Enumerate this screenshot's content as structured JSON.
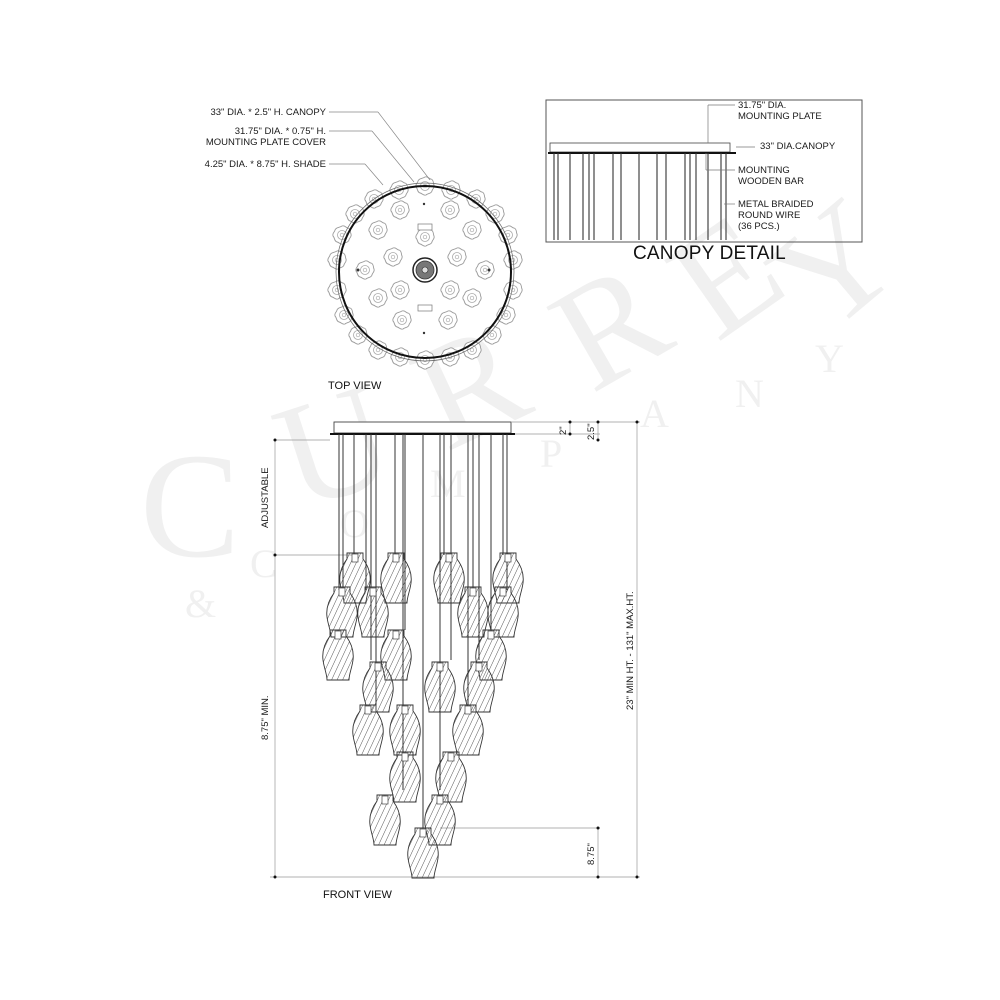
{
  "watermark": {
    "brand": [
      "C",
      "U",
      "R",
      "R",
      "E",
      "Y"
    ],
    "sub": [
      "&",
      "C",
      "O",
      "M",
      "P",
      "A",
      "N",
      "Y"
    ]
  },
  "top_view": {
    "label": "TOP VIEW",
    "callouts": [
      {
        "text": "33\" DIA. * 2.5\" H. CANOPY"
      },
      {
        "text_line1": "31.75\" DIA. * 0.75\" H.",
        "text_line2": "MOUNTING PLATE COVER"
      },
      {
        "text": "4.25\" DIA. * 8.75\" H. SHADE"
      }
    ]
  },
  "canopy_detail": {
    "title": "CANOPY DETAIL",
    "callouts": [
      {
        "line1": "31.75\" DIA.",
        "line2": "MOUNTING PLATE"
      },
      {
        "line1": "33\" DIA.CANOPY"
      },
      {
        "line1": "MOUNTING",
        "line2": "WOODEN BAR"
      },
      {
        "line1": "METAL BRAIDED",
        "line2": "ROUND WIRE",
        "line3": "(36 PCS.)"
      }
    ]
  },
  "front_view": {
    "label": "FRONT VIEW",
    "dimensions": {
      "plate_height": "2\"",
      "canopy_height": "2.5\"",
      "adjustable": "ADJUSTABLE",
      "min_drop": "8.75\" MIN.",
      "overall": "23\" MIN HT. - 131\" MAX.HT.",
      "shade_height": "8.75\""
    }
  }
}
